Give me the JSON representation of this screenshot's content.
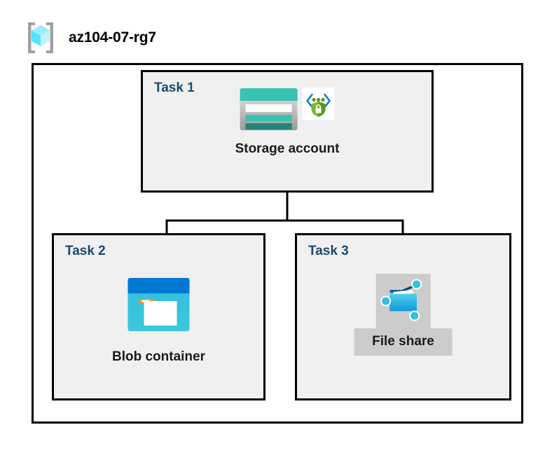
{
  "header": {
    "icon": "resource-group-cube-icon",
    "title": "az104-07-rg7"
  },
  "diagram": {
    "container_label": "resource-group-container",
    "tasks": [
      {
        "id": "task-1",
        "label": "Task 1",
        "node": {
          "caption": "Storage account",
          "primary_icon": "storage-account-icon",
          "secondary_icon": "secure-api-shield-icon"
        }
      },
      {
        "id": "task-2",
        "label": "Task 2",
        "node": {
          "caption": "Blob container",
          "primary_icon": "blob-container-icon"
        }
      },
      {
        "id": "task-3",
        "label": "Task 3",
        "node": {
          "caption": "File share",
          "primary_icon": "file-share-icon"
        }
      }
    ],
    "connections": [
      {
        "from": "task-1",
        "to": "task-2"
      },
      {
        "from": "task-1",
        "to": "task-3"
      }
    ]
  },
  "colors": {
    "line": "#000000",
    "task_box_fill": "#f0f0f0",
    "task_label": "#1b4a6b",
    "caption_text": "#1a1a1a",
    "plate_gray": "#cccccc",
    "storage_teal": "#37c2b1",
    "storage_teal_dark": "#258277",
    "blob_blue": "#0078d4",
    "blob_cyan": "#32bedd",
    "blob_orange": "#f7941e",
    "fileshare_blue": "#32bedd",
    "shield_green": "#5e9624",
    "chevron_blue": "#0078d4",
    "cube_cyan": "#9cebff",
    "bracket_gray": "#a0a0a0"
  }
}
